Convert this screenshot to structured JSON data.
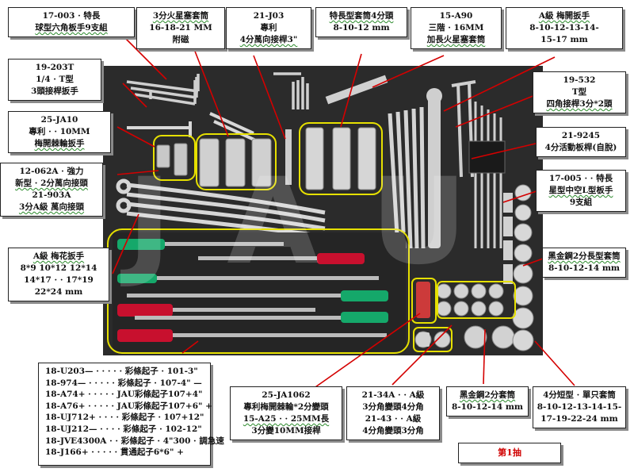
{
  "labels": {
    "b1": [
      "17-003 · 特長",
      "球型六角板手9支組"
    ],
    "b2": [
      "3分火星塞套筒",
      "16-18-21 MM",
      "附磁"
    ],
    "b3": [
      "21-J03",
      "專利",
      "4分萬向接桿3\""
    ],
    "b4": [
      "特長型套筒4分頭",
      "8-10-12 mm"
    ],
    "b5": [
      "15-A90",
      "三階 · 16MM",
      "加長火星塞套筒"
    ],
    "b6": [
      "A級 梅開扳手",
      "8-10-12-13-14-",
      "15-17 mm"
    ],
    "b7": [
      "19-203T",
      "1/4 · T型",
      "3頭接桿扳手"
    ],
    "b8": [
      "19-532",
      "T型",
      "四角接桿3分*2頭"
    ],
    "b9": [
      "25-JA10",
      "專利 · · 10MM",
      "梅開棘輪扳手"
    ],
    "b10": [
      "21-9245",
      "4分活動板桿(自脫)"
    ],
    "b11": [
      "12-062A · 強力",
      "新型 · 2分萬向接頭",
      "21-903A",
      "3分A級 萬向接頭"
    ],
    "b12": [
      "17-005 · · 特長",
      "星型中空L型板手",
      "9支組"
    ],
    "b13": [
      "A級 梅花扳手",
      "8*9 10*12 12*14",
      "14*17 · · 17*19",
      "22*24 mm"
    ],
    "b14": [
      "黑金鋼2分長型套筒",
      "8-10-12-14 mm"
    ],
    "b15": [
      "18-U203— · · · · · 彩條起子 · 101-3\"",
      "18-974— · · · · · 彩條起子 · 107-4\" —",
      "18-A74+ · · · · · JAU彩條起子107+4\"",
      "18-A76+ · · · · · JAU彩條起子107+6\" +",
      "18-UJ712+ · · · · 彩條起子 · 107+12\"",
      "18-UJ212— · · · · 彩條起子 · 102-12\"",
      "18-JVE4300A · · 彩條起子 · 4\"300 · 調急速",
      "18-J166+ · · · · · 貫通起子6*6\" +"
    ],
    "b16": [
      "25-JA1062",
      "專利梅開棘輪*2分變頭",
      "15-A25 · · 25MM長",
      "3分變10MM接桿"
    ],
    "b17": [
      "21-34A · · A級",
      "3分角變頭4分角",
      "21-43 · · A級",
      "4分角變頭3分角"
    ],
    "b18": [
      "黑金鋼2分套筒",
      "8-10-12-14 mm"
    ],
    "b19": [
      "4分短型 · 單只套筒",
      "8-10-12-13-14-15-",
      "17-19-22-24 mm"
    ],
    "b20": [
      "第1抽"
    ]
  },
  "watermark": "JAU",
  "colors": {
    "tray": "#2a2a2a",
    "foam_slot": "#b8323c",
    "highlight": "#e6e000",
    "leader": "#d40000",
    "green_handle": "#15a86a",
    "red_handle": "#c8102e"
  }
}
